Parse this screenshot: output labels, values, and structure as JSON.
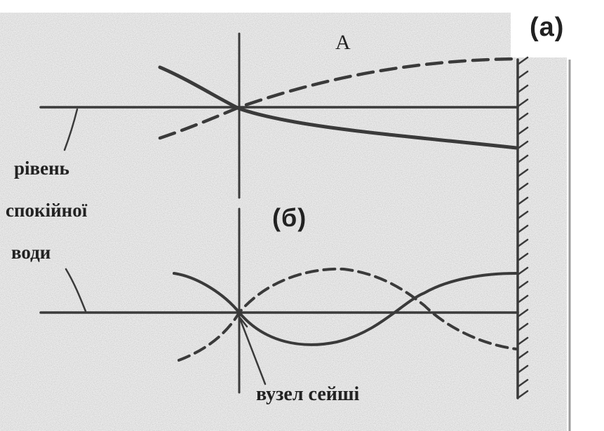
{
  "figure": {
    "label_a": "(a)",
    "point_A": "A",
    "label_b": "(б)",
    "still_water_level": [
      "рівень",
      "спокійної",
      "води"
    ],
    "seiche_node": "вузел сейші"
  },
  "colors": {
    "paper": "#e9e9e9",
    "ink": "#333333",
    "background": "#ffffff"
  }
}
